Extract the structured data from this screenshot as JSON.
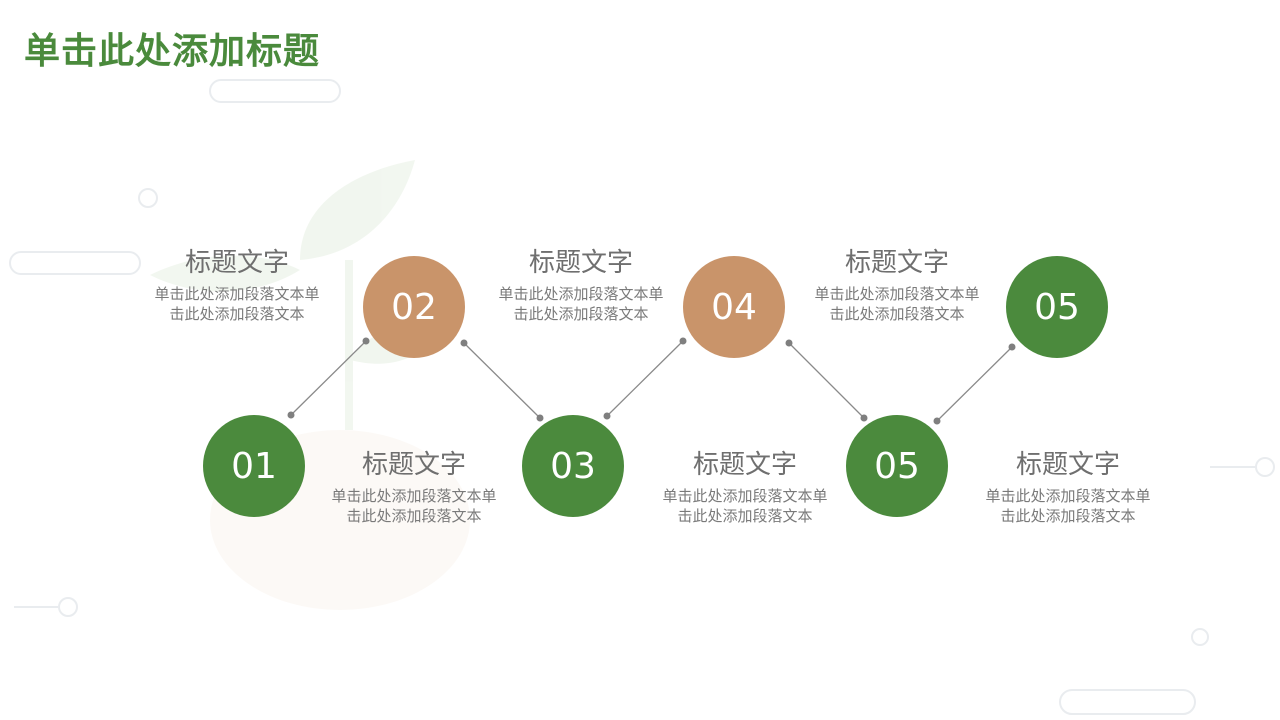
{
  "slide": {
    "title": "单击此处添加标题"
  },
  "colors": {
    "green": "#4b8a3d",
    "tan": "#c9946a",
    "title": "#4a8a3c",
    "text": "#7a7a7a",
    "line": "#8a8a8a"
  },
  "steps": [
    {
      "number": "01",
      "color": "green",
      "title": "标题文字",
      "text_line1": "单击此处添加段落文本单",
      "text_line2": "击此处添加段落文本"
    },
    {
      "number": "02",
      "color": "tan",
      "title": "标题文字",
      "text_line1": "单击此处添加段落文本单",
      "text_line2": "击此处添加段落文本"
    },
    {
      "number": "03",
      "color": "green",
      "title": "标题文字",
      "text_line1": "单击此处添加段落文本单",
      "text_line2": "击此处添加段落文本"
    },
    {
      "number": "04",
      "color": "tan",
      "title": "标题文字",
      "text_line1": "单击此处添加段落文本单",
      "text_line2": "击此处添加段落文本"
    },
    {
      "number": "05",
      "color": "green",
      "title": "标题文字",
      "text_line1": "单击此处添加段落文本单",
      "text_line2": "击此处添加段落文本"
    },
    {
      "number": "05",
      "color": "green",
      "title": "标题文字",
      "text_line1": "单击此处添加段落文本单",
      "text_line2": "击此处添加段落文本"
    }
  ]
}
